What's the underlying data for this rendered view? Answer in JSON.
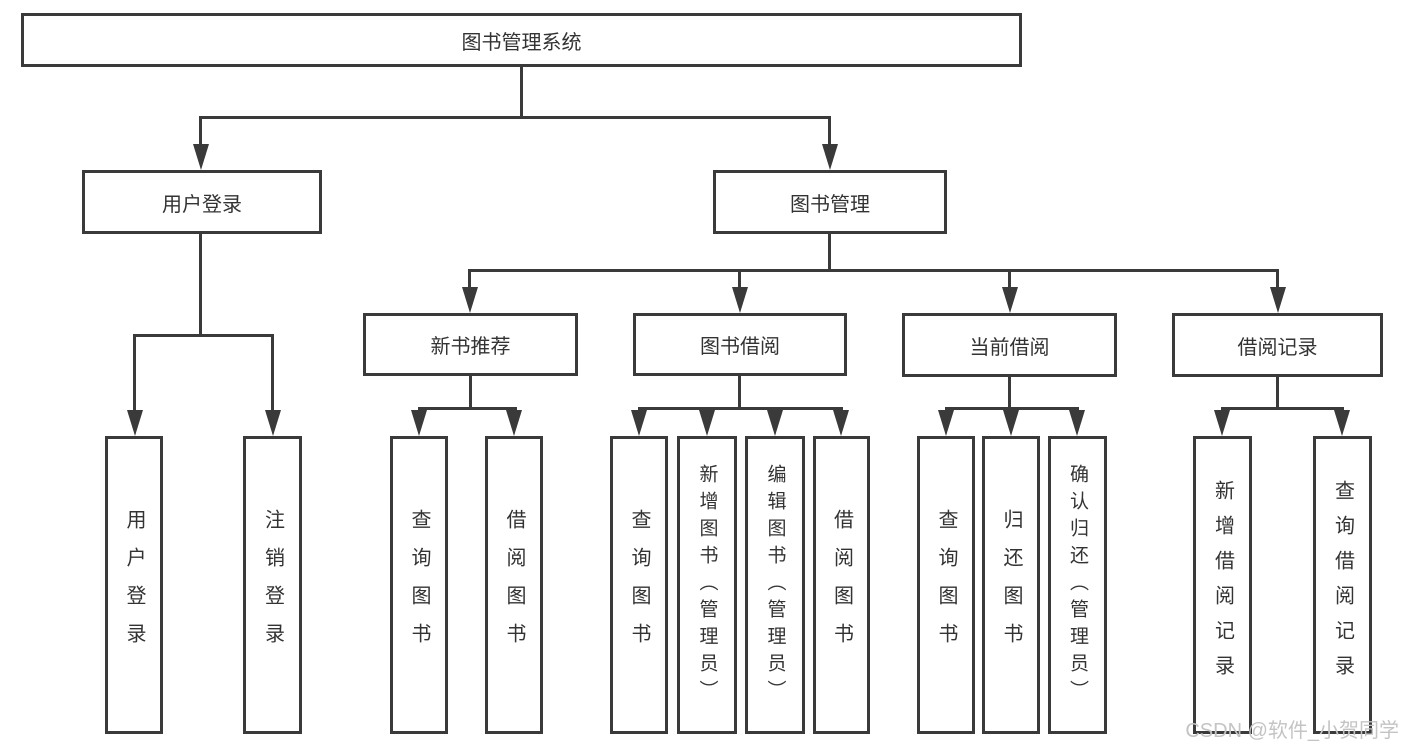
{
  "nodes": {
    "root": "图书管理系统",
    "user_login": {
      "label": "用户登录",
      "children": [
        "用户登录",
        "注销登录"
      ]
    },
    "book_management": {
      "label": "图书管理"
    },
    "new_book_recommendation": {
      "label": "新书推荐",
      "children": [
        "查询图书",
        "借阅图书"
      ]
    },
    "book_borrowing": {
      "label": "图书借阅",
      "children": [
        "查询图书",
        "新增图书（管理员）",
        "编辑图书（管理员）",
        "借阅图书"
      ]
    },
    "current_borrowing": {
      "label": "当前借阅",
      "children": [
        "查询图书",
        "归还图书",
        "确认归还（管理员）"
      ]
    },
    "borrowing_records": {
      "label": "借阅记录",
      "children": [
        "新增借阅记录",
        "查询借阅记录"
      ]
    }
  },
  "watermark": {
    "text": "CSDN @软件_小贺同学"
  },
  "colors": {
    "stroke": "#3a3a3a",
    "text": "#333333",
    "watermark": "#c4c4c4",
    "background": "#ffffff"
  }
}
